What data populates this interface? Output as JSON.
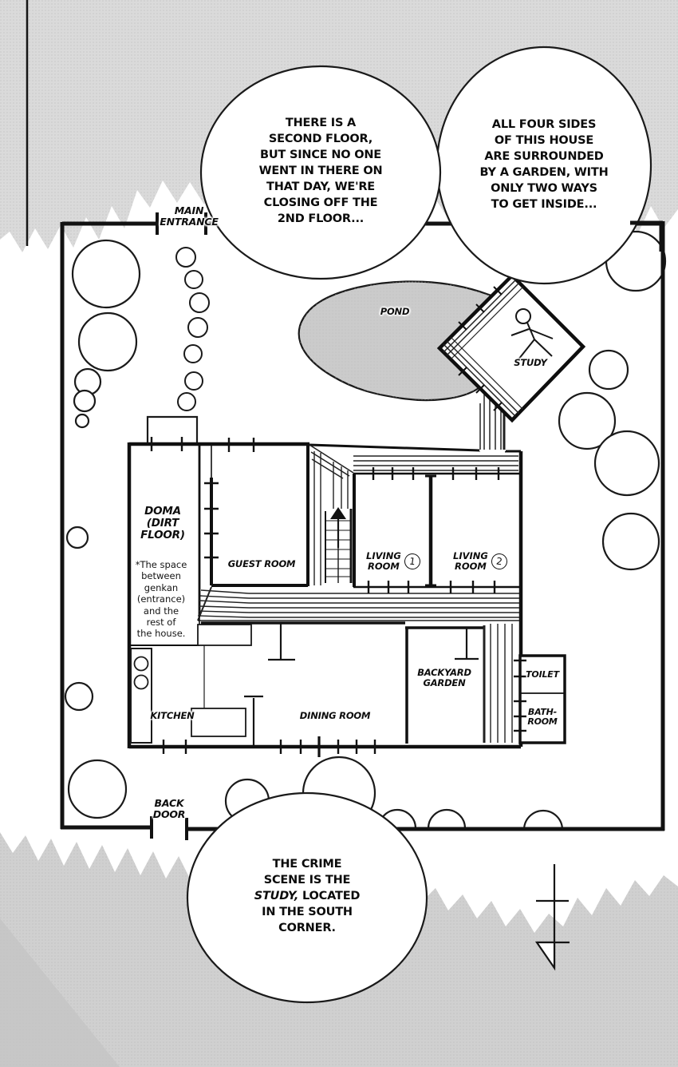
{
  "bubbles": {
    "second_floor": {
      "lines": [
        "THERE IS A",
        "SECOND FLOOR,",
        "BUT SINCE NO ONE",
        "WENT IN THERE ON",
        "THAT DAY, WE'RE",
        "CLOSING OFF THE",
        "2ND FLOOR..."
      ]
    },
    "garden": {
      "lines": [
        "ALL FOUR SIDES",
        "OF THIS HOUSE",
        "ARE SURROUNDED",
        "BY A GARDEN, WITH",
        "ONLY TWO WAYS",
        "TO GET INSIDE..."
      ]
    },
    "crime_scene": {
      "l1": "THE CRIME",
      "l2": "SCENE IS THE",
      "l3_italic": "STUDY,",
      "l3_rest": " LOCATED",
      "l4": "IN THE SOUTH",
      "l5": "CORNER."
    }
  },
  "plan": {
    "gates": {
      "main_entrance": [
        "MAIN",
        "ENTRANCE"
      ],
      "back_door": [
        "BACK",
        "DOOR"
      ]
    },
    "rooms": {
      "pond": "POND",
      "study": "STUDY",
      "doma": [
        "DOMA",
        "(DIRT",
        "FLOOR)"
      ],
      "doma_note": [
        "*The space",
        "between",
        "genkan",
        "(entrance)",
        "and the",
        "rest of",
        "the house."
      ],
      "guest_room": "GUEST ROOM",
      "living_room_1": {
        "lines": [
          "LIVING",
          "ROOM"
        ],
        "number": "1"
      },
      "living_room_2": {
        "lines": [
          "LIVING",
          "ROOM"
        ],
        "number": "2"
      },
      "kitchen": "KITCHEN",
      "dining_room": "DINING ROOM",
      "backyard_garden": [
        "BACKYARD",
        "GARDEN"
      ],
      "toilet": "TOILET",
      "bathroom": [
        "BATH-",
        "ROOM"
      ]
    }
  },
  "colors": {
    "ink": "#151515",
    "tone_top": "#dadada",
    "tone_bottom": "#d0d0d0",
    "pond": "#cbcbcb",
    "halftone_dot": "#b9b9b9"
  }
}
